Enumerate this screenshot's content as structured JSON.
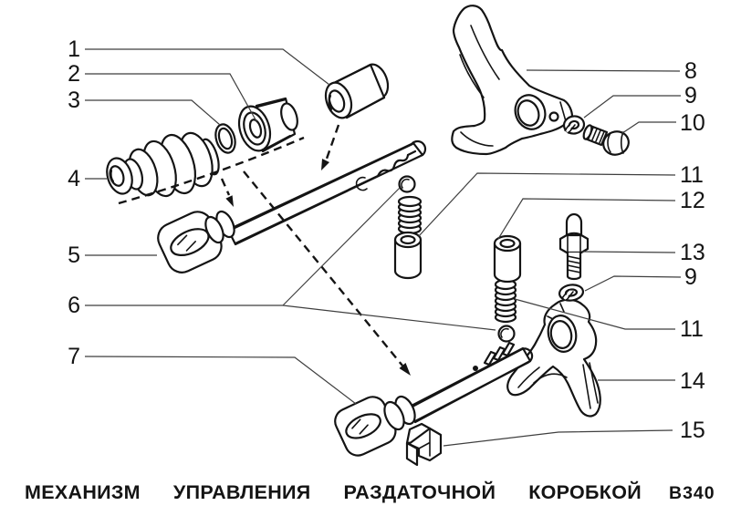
{
  "figure": {
    "caption": "МЕХАНИЗМ УПРАВЛЕНИЯ РАЗДАТОЧНОЙ КОРОБКОЙ",
    "caption_words": [
      "МЕХАНИЗМ",
      "УПРАВЛЕНИЯ",
      "РАЗДАТОЧНОЙ",
      "КОРОБКОЙ"
    ],
    "drawing_code": "B340",
    "colors": {
      "ink": "#141414",
      "leader": "#3f3f3f",
      "background": "#ffffff"
    }
  },
  "callouts": {
    "n1": {
      "label": "1"
    },
    "n2": {
      "label": "2"
    },
    "n3": {
      "label": "3"
    },
    "n4": {
      "label": "4"
    },
    "n5": {
      "label": "5"
    },
    "n6": {
      "label": "6"
    },
    "n7": {
      "label": "7"
    },
    "n8": {
      "label": "8"
    },
    "n9_top": {
      "label": "9"
    },
    "n10": {
      "label": "10"
    },
    "n11_top": {
      "label": "11"
    },
    "n12": {
      "label": "12"
    },
    "n13": {
      "label": "13"
    },
    "n9_bottom": {
      "label": "9"
    },
    "n11_bottom": {
      "label": "11"
    },
    "n14": {
      "label": "14"
    },
    "n15": {
      "label": "15"
    }
  }
}
